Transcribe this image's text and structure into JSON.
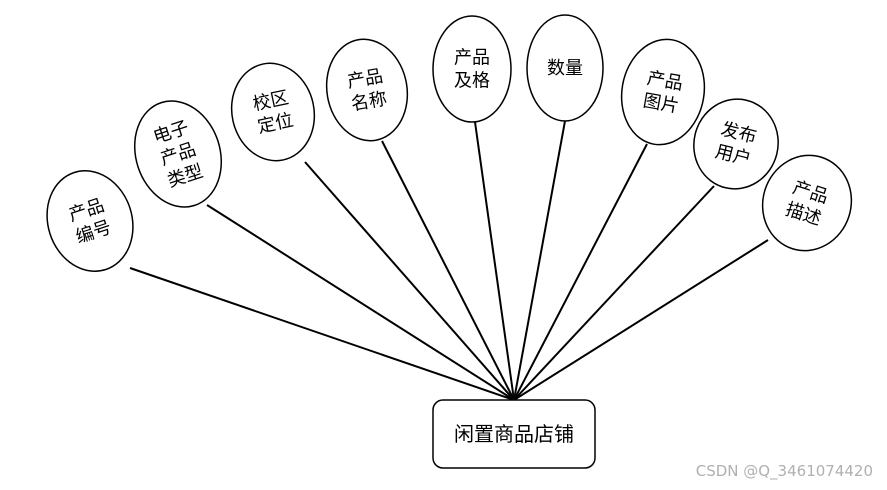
{
  "entity": {
    "label": "闲置商品店铺"
  },
  "attributes": [
    {
      "lines": [
        "产品",
        "编号"
      ]
    },
    {
      "lines": [
        "电子",
        "产品",
        "类型"
      ]
    },
    {
      "lines": [
        "校区",
        "定位"
      ]
    },
    {
      "lines": [
        "产品",
        "名称"
      ]
    },
    {
      "lines": [
        "产品",
        "及格"
      ]
    },
    {
      "lines": [
        "数量"
      ]
    },
    {
      "lines": [
        "产品",
        "图片"
      ]
    },
    {
      "lines": [
        "发布",
        "用户"
      ]
    },
    {
      "lines": [
        "产品",
        "描述"
      ]
    }
  ],
  "watermark": "CSDN @Q_3461074420"
}
